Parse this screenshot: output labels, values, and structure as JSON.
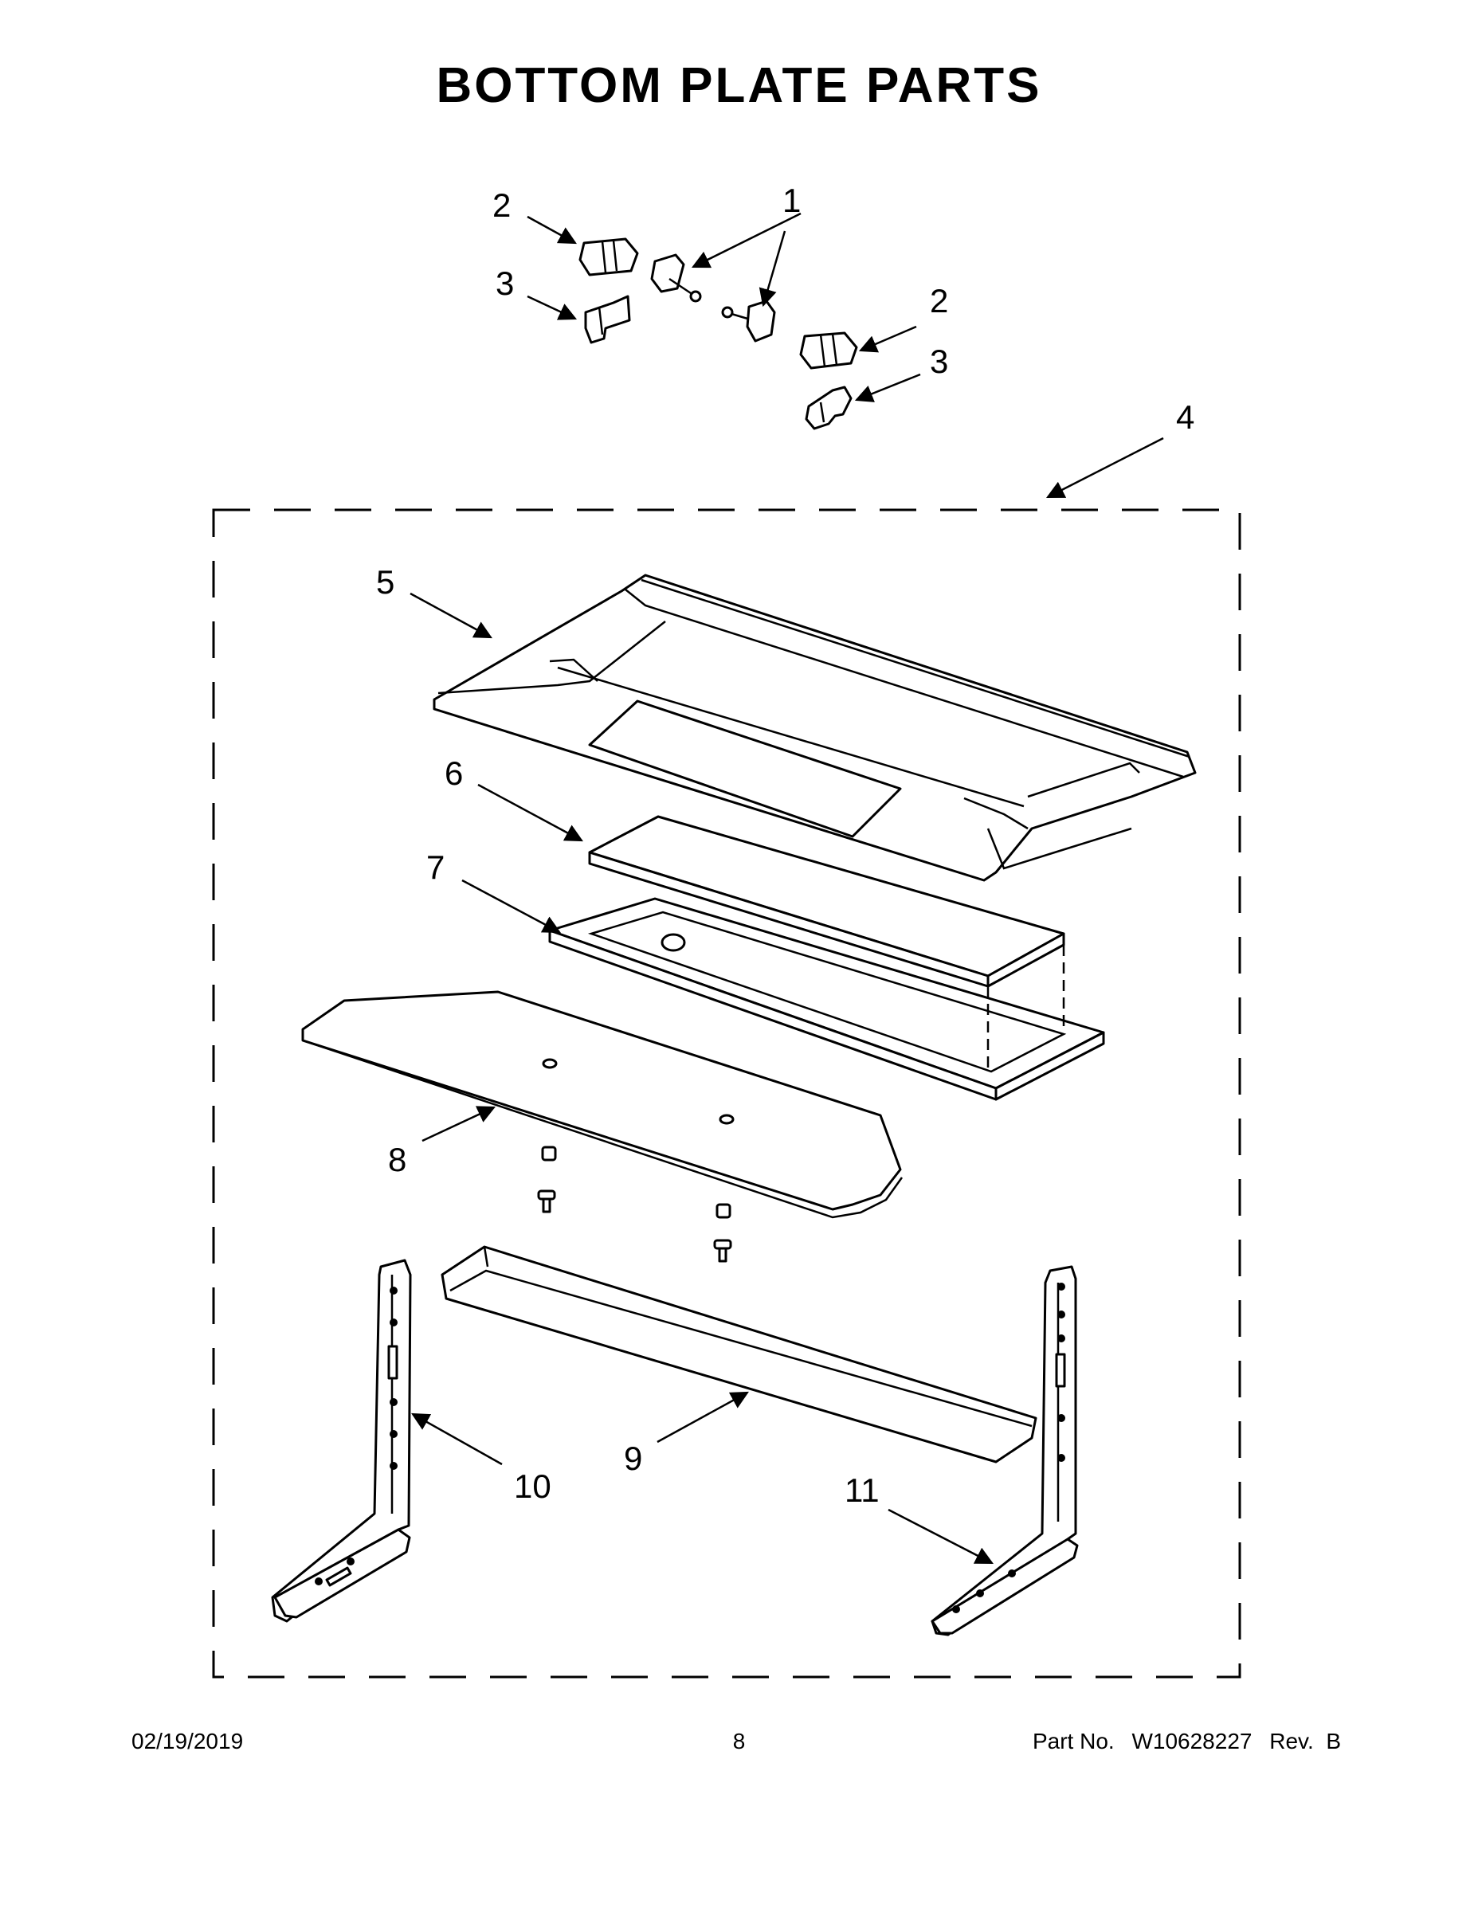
{
  "title": "BOTTOM PLATE PARTS",
  "callouts": {
    "c1": "1",
    "c2a": "2",
    "c2b": "2",
    "c3a": "3",
    "c3b": "3",
    "c4": "4",
    "c5": "5",
    "c6": "6",
    "c7": "7",
    "c8": "8",
    "c9": "9",
    "c10": "10",
    "c11": "11"
  },
  "footer": {
    "date": "02/19/2019",
    "page": "8",
    "part_label": "Part No.",
    "part_number": "W10628227",
    "revision": "Rev.  B"
  }
}
